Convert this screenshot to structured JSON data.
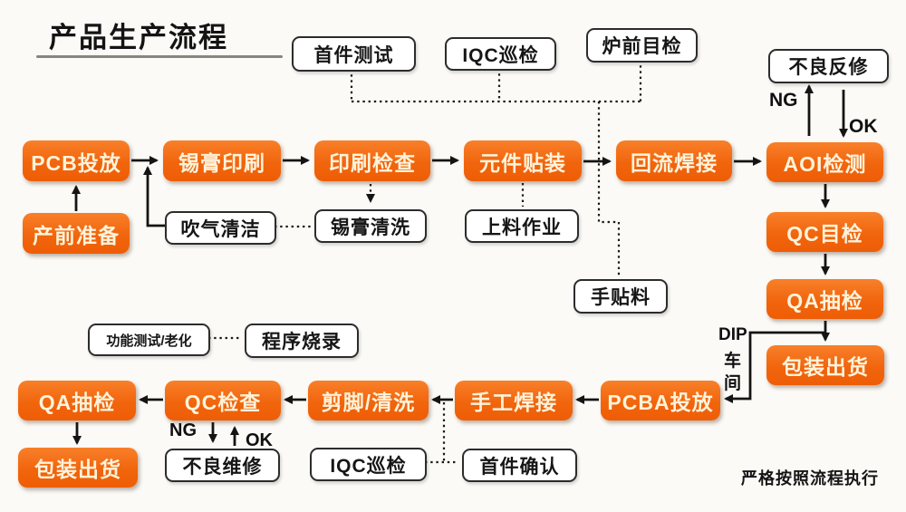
{
  "title": "产品生产流程",
  "footer_note": "严格按照流程执行",
  "colors": {
    "accent_orange": "#F1650D",
    "line_black": "#141414",
    "box_text_on_orange": "#FDF3DA",
    "note_border": "#2C2C2C"
  },
  "annotations": {
    "ng_top": "NG",
    "ok_top": "OK",
    "ng_bottom": "NG",
    "ok_bottom": "OK",
    "dip_line1": "DIP",
    "dip_line2": "车",
    "dip_line3": "间"
  },
  "orange_boxes": [
    {
      "name": "pcb-input",
      "label": "PCB投放"
    },
    {
      "name": "solder-paste-printing",
      "label": "锡膏印刷"
    },
    {
      "name": "printing-inspection",
      "label": "印刷检查"
    },
    {
      "name": "component-placement",
      "label": "元件贴装"
    },
    {
      "name": "reflow-soldering",
      "label": "回流焊接"
    },
    {
      "name": "aoi-inspection",
      "label": "AOI检测"
    },
    {
      "name": "pre-production-prep",
      "label": "产前准备"
    },
    {
      "name": "qc-visual-inspection",
      "label": "QC目检"
    },
    {
      "name": "qa-sampling-inspection",
      "label": "QA抽检"
    },
    {
      "name": "packing-shipping",
      "label": "包装出货"
    },
    {
      "name": "qa-sampling-inspection-2",
      "label": "QA抽检"
    },
    {
      "name": "qc-inspection",
      "label": "QC检查"
    },
    {
      "name": "lead-trim-cleaning",
      "label": "剪脚/清洗"
    },
    {
      "name": "manual-soldering",
      "label": "手工焊接"
    },
    {
      "name": "pcba-input",
      "label": "PCBA投放"
    },
    {
      "name": "packing-shipping-2",
      "label": "包装出货"
    }
  ],
  "note_boxes": [
    {
      "name": "first-article-test",
      "label": "首件测试"
    },
    {
      "name": "iqc-patrol-inspection",
      "label": "IQC巡检"
    },
    {
      "name": "pre-furnace-visual-check",
      "label": "炉前目检"
    },
    {
      "name": "defective-rework",
      "label": "不良反修"
    },
    {
      "name": "air-blow-cleaning",
      "label": "吹气清洁"
    },
    {
      "name": "solder-paste-cleaning",
      "label": "锡膏清洗"
    },
    {
      "name": "material-loading",
      "label": "上料作业"
    },
    {
      "name": "hand-placement",
      "label": "手贴料"
    },
    {
      "name": "function-test-aging",
      "label": "功能测试/老化"
    },
    {
      "name": "program-burning",
      "label": "程序烧录"
    },
    {
      "name": "defective-repair",
      "label": "不良维修"
    },
    {
      "name": "iqc-patrol-inspection-2",
      "label": "IQC巡检"
    },
    {
      "name": "first-article-confirm",
      "label": "首件确认"
    }
  ]
}
